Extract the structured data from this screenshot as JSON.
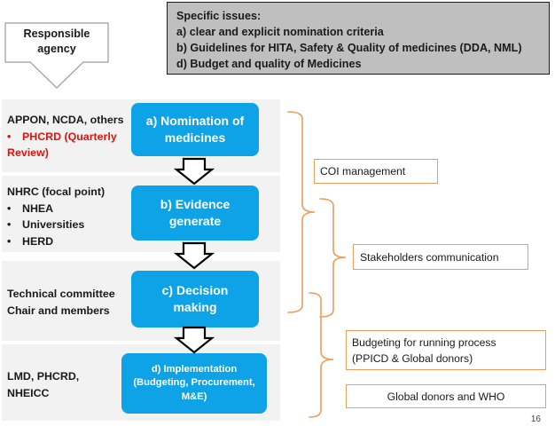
{
  "issues": {
    "title": "Specific issues:",
    "lines": [
      "a) clear and explicit nomination criteria",
      "b) Guidelines for HITA, Safety & Quality of medicines (DDA, NML)",
      "d) Budget and quality of Medicines"
    ]
  },
  "agency_header": {
    "line1": "Responsible",
    "line2": "agency"
  },
  "rows": [
    {
      "agency_lines": [
        "APPON, NCDA, others"
      ],
      "highlight_lines": [
        "PHCRD (Quarterly",
        "Review)"
      ],
      "step_lines": [
        "a) Nomination of",
        "medicines"
      ]
    },
    {
      "agency_lines": [
        "NHRC (focal point)"
      ],
      "bullets": [
        "NHEA",
        "Universities",
        "HERD"
      ],
      "step_lines": [
        "b) Evidence",
        "generate"
      ]
    },
    {
      "agency_lines": [
        "Technical committee",
        "Chair and members"
      ],
      "step_lines": [
        "c) Decision",
        "making"
      ]
    },
    {
      "agency_lines": [
        "LMD, PHCRD,",
        "NHEICC"
      ],
      "step_lines": [
        "d) Implementation",
        "(Budgeting, Procurement,",
        "M&E)"
      ]
    }
  ],
  "side_boxes": {
    "coi": "COI management",
    "stakeholders": "Stakeholders communication",
    "budgeting_line1": "Budgeting for running process",
    "budgeting_line2": "(PPICD & Global donors)",
    "donors": "Global donors and WHO"
  },
  "page_number": "16",
  "colors": {
    "step_fill": "#0ea3e6",
    "bracket": "#ef9b5a",
    "highlight_text": "#e3120b",
    "issues_fill": "#bfbfbf"
  }
}
